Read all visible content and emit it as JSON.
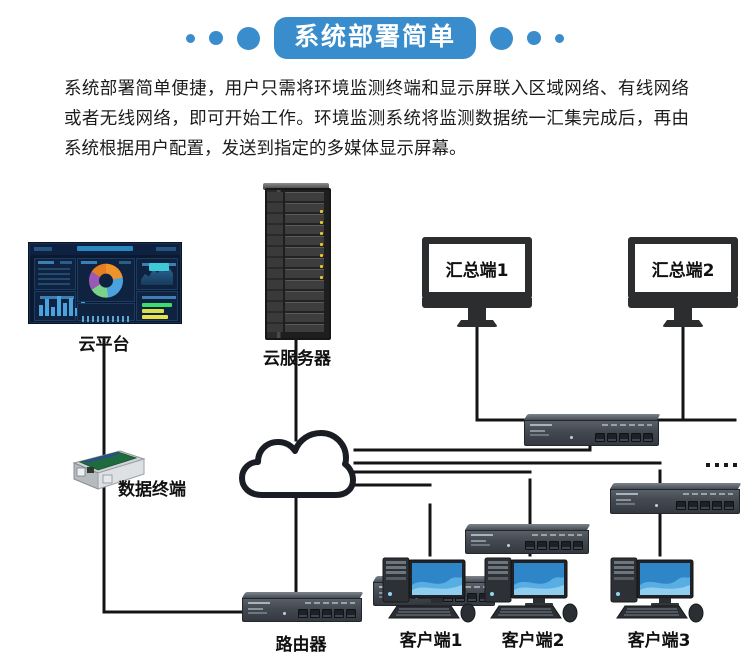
{
  "header": {
    "title": "系统部署简单",
    "left_dots": [
      "small",
      "medium",
      "large"
    ],
    "right_dots": [
      "large",
      "medium",
      "small"
    ],
    "accent_color": "#3a8dcc"
  },
  "paragraph": "系统部署简单便捷，用户只需将环境监测终端和显示屏联入区域网络、有线网络或者无线网络，即可开始工作。环境监测系统将监测数据统一汇集完成后，再由系统根据用户配置，发送到指定的多媒体显示屏幕。",
  "diagram": {
    "cloud_platform_label": "云平台",
    "cloud_server_label": "云服务器",
    "data_terminal_label": "数据终端",
    "router_label": "路由器",
    "monitors": [
      {
        "label": "汇总端1"
      },
      {
        "label": "汇总端2"
      }
    ],
    "clients": [
      {
        "label": "客户端1"
      },
      {
        "label": "客户端2"
      },
      {
        "label": "客户端3"
      }
    ],
    "switch_count": 4,
    "ellipsis_dots": 4,
    "line_color": "#141414"
  }
}
